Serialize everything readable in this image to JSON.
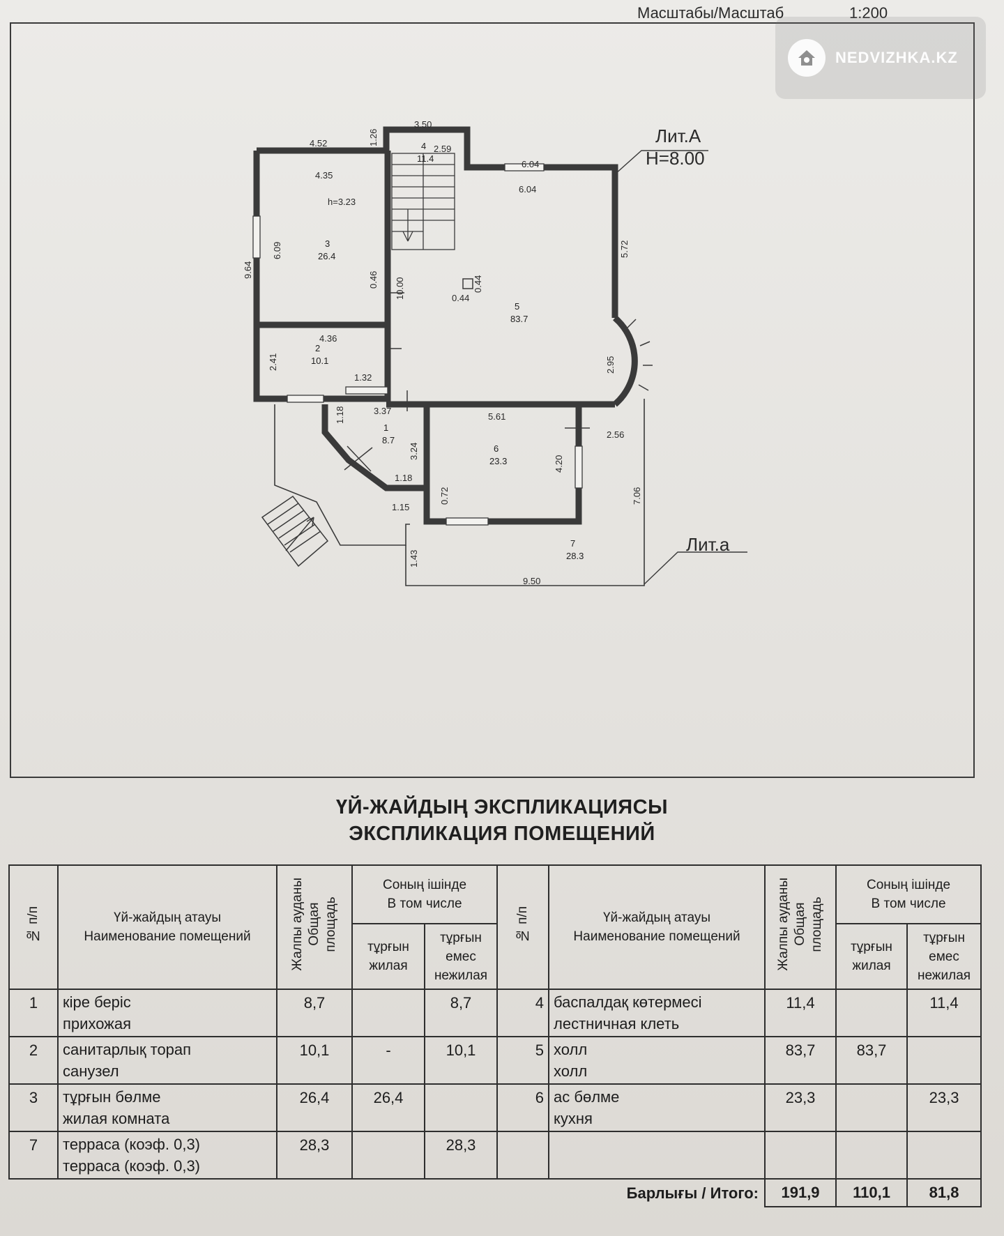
{
  "scale": {
    "label": "Масштабы/Масштаб",
    "value": "1:200"
  },
  "watermark": {
    "text": "NEDVIZHKA.KZ"
  },
  "plan": {
    "liter_main": "Лит.А",
    "height_label": "Н=8.00",
    "liter_terrace": "Лит.а",
    "dimensions": {
      "d_452": "4.52",
      "d_126": "1.26",
      "d_350": "3.50",
      "d_259": "2.59",
      "d_604a": "6.04",
      "d_604b": "6.04",
      "d_435": "4.35",
      "d_h323": "h=3.23",
      "d_964": "9.64",
      "d_609": "6.09",
      "d_046": "0.46",
      "d_1000": "10.00",
      "d_044a": "0.44",
      "d_044b": "0.44",
      "d_572": "5.72",
      "d_436": "4.36",
      "d_241": "2.41",
      "d_132": "1.32",
      "d_295": "2.95",
      "d_118a": "1.18",
      "d_337": "3.37",
      "d_561": "5.61",
      "d_256": "2.56",
      "d_324": "3.24",
      "d_420": "4.20",
      "d_118b": "1.18",
      "d_072": "0.72",
      "d_115": "1.15",
      "d_706": "7.06",
      "d_143": "1.43",
      "d_950": "9.50"
    },
    "rooms": {
      "r1_no": "1",
      "r1_area": "8.7",
      "r2_no": "2",
      "r2_area": "10.1",
      "r3_no": "3",
      "r3_area": "26.4",
      "r4_no": "4",
      "r4_area": "11.4",
      "r5_no": "5",
      "r5_area": "83.7",
      "r6_no": "6",
      "r6_area": "23.3",
      "r7_no": "7",
      "r7_area": "28.3"
    }
  },
  "titles": {
    "kz": "ҮЙ-ЖАЙДЫҢ ЭКСПЛИКАЦИЯСЫ",
    "ru": "ЭКСПЛИКАЦИЯ ПОМЕЩЕНИЙ"
  },
  "table": {
    "headers": {
      "no": "№ п/п",
      "name_kz": "Үй-жайдың атауы",
      "name_ru": "Наименование помещений",
      "area_kz": "Жалпы ауданы",
      "area_ru1": "Общая",
      "area_ru2": "площадь",
      "incl_kz": "Соның ішінде",
      "incl_ru": "В том числе",
      "res_kz": "тұрғын",
      "res_ru": "жилая",
      "nonres_kz": "тұрғын",
      "nonres_kz2": "емес",
      "nonres_ru": "нежилая"
    },
    "left_rows": [
      {
        "no": "1",
        "name_kz": "кіре беріс",
        "name_ru": "прихожая",
        "area": "8,7",
        "res": "",
        "nonres": "8,7"
      },
      {
        "no": "2",
        "name_kz": "санитарлық торап",
        "name_ru": "санузел",
        "area": "10,1",
        "res": "-",
        "nonres": "10,1"
      },
      {
        "no": "3",
        "name_kz": "тұрғын бөлме",
        "name_ru": "жилая комната",
        "area": "26,4",
        "res": "26,4",
        "nonres": ""
      },
      {
        "no": "7",
        "name_kz": "терраса (коэф. 0,3)",
        "name_ru": "терраса (коэф. 0,3)",
        "area": "28,3",
        "res": "",
        "nonres": "28,3"
      }
    ],
    "right_rows": [
      {
        "no": "4",
        "name_kz": "баспалдақ көтермесі",
        "name_ru": "лестничная клеть",
        "area": "11,4",
        "res": "",
        "nonres": "11,4"
      },
      {
        "no": "5",
        "name_kz": "холл",
        "name_ru": "холл",
        "area": "83,7",
        "res": "83,7",
        "nonres": ""
      },
      {
        "no": "6",
        "name_kz": "ас бөлме",
        "name_ru": "кухня",
        "area": "23,3",
        "res": "",
        "nonres": "23,3"
      },
      {
        "no": "",
        "name_kz": "",
        "name_ru": "",
        "area": "",
        "res": "",
        "nonres": ""
      }
    ],
    "totals": {
      "label": "Барлығы / Итого:",
      "area": "191,9",
      "res": "110,1",
      "nonres": "81,8"
    }
  }
}
